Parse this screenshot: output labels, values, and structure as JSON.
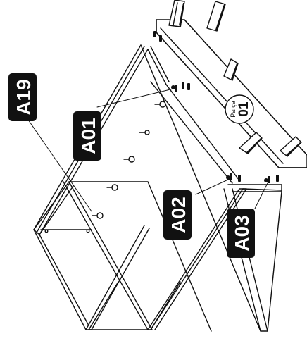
{
  "diagram": {
    "part_badge": {
      "caption": "Parça",
      "number": "01"
    },
    "callouts": [
      {
        "id": "a19",
        "text": "A19"
      },
      {
        "id": "a01",
        "text": "A01"
      },
      {
        "id": "a02",
        "text": "A02"
      },
      {
        "id": "a03",
        "text": "A03"
      }
    ],
    "colors": {
      "line": "#111111",
      "label_bg": "#111111",
      "label_text": "#ffffff",
      "paper": "#ffffff"
    }
  }
}
